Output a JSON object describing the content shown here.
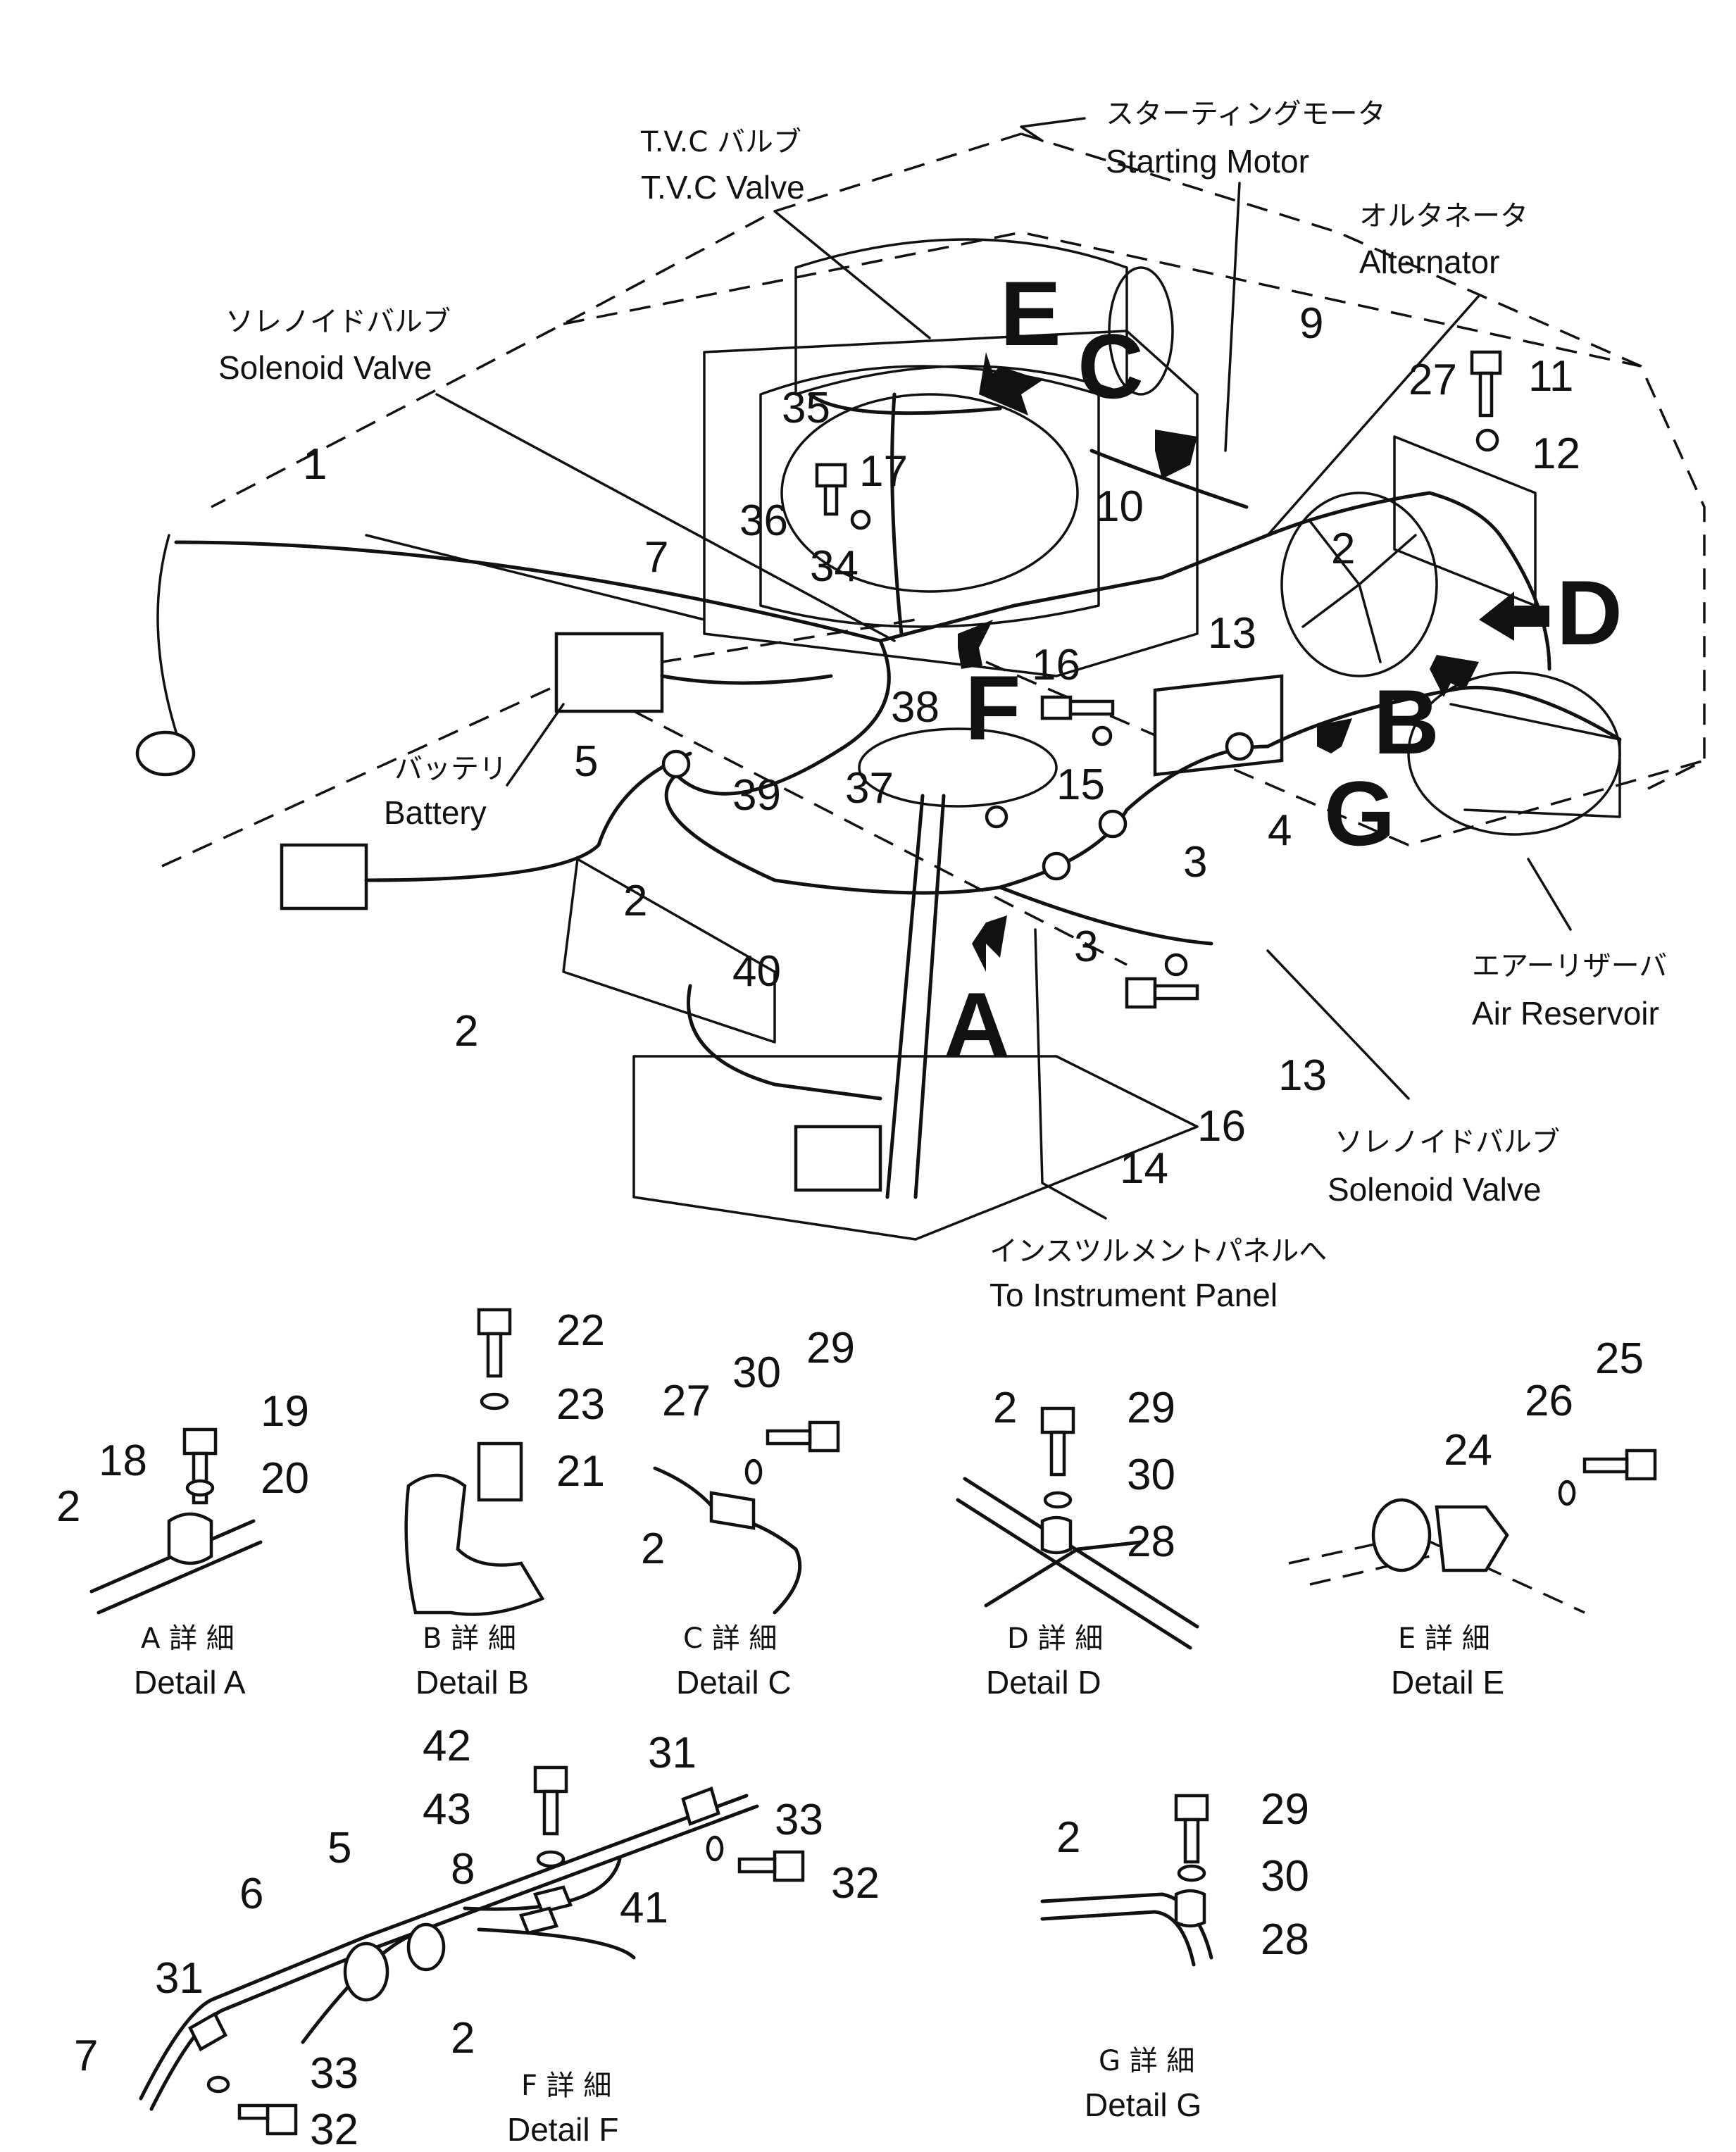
{
  "components": {
    "starting_motor": {
      "jp": "スターティングモータ",
      "en": "Starting Motor"
    },
    "tvc_valve": {
      "jp": "T.V.C バルブ",
      "en": "T.V.C Valve"
    },
    "alternator": {
      "jp": "オルタネータ",
      "en": "Alternator"
    },
    "solenoid_valve_top": {
      "jp": "ソレノイドバルブ",
      "en": "Solenoid Valve"
    },
    "battery": {
      "jp": "バッテリ",
      "en": "Battery"
    },
    "air_reservoir": {
      "jp": "エアーリザーバ",
      "en": "Air Reservoir"
    },
    "solenoid_valve_bottom": {
      "jp": "ソレノイドバルブ",
      "en": "Solenoid Valve"
    },
    "instrument_panel": {
      "jp": "インスツルメントパネルへ",
      "en": "To Instrument Panel"
    }
  },
  "detail_arrows": [
    "E",
    "C",
    "D",
    "F",
    "B",
    "G",
    "A"
  ],
  "main_part_numbers": [
    "1",
    "2",
    "2",
    "2",
    "3",
    "3",
    "4",
    "5",
    "7",
    "9",
    "10",
    "11",
    "12",
    "13",
    "13",
    "14",
    "15",
    "16",
    "16",
    "17",
    "27",
    "34",
    "35",
    "36",
    "37",
    "38",
    "39",
    "40"
  ],
  "details": {
    "A": {
      "jp": "A 詳 細",
      "en": "Detail A",
      "parts": [
        "2",
        "18",
        "19",
        "20"
      ]
    },
    "B": {
      "jp": "B 詳 細",
      "en": "Detail B",
      "parts": [
        "21",
        "22",
        "23"
      ]
    },
    "C": {
      "jp": "C 詳 細",
      "en": "Detail C",
      "parts": [
        "2",
        "27",
        "29",
        "30"
      ]
    },
    "D": {
      "jp": "D 詳 細",
      "en": "Detail D",
      "parts": [
        "2",
        "28",
        "29",
        "30"
      ]
    },
    "E": {
      "jp": "E 詳 細",
      "en": "Detail E",
      "parts": [
        "24",
        "25",
        "26"
      ]
    },
    "F": {
      "jp": "F 詳 細",
      "en": "Detail F",
      "parts": [
        "2",
        "5",
        "6",
        "7",
        "8",
        "31",
        "31",
        "32",
        "32",
        "33",
        "33",
        "41",
        "42",
        "43"
      ]
    },
    "G": {
      "jp": "G 詳 細",
      "en": "Detail G",
      "parts": [
        "2",
        "28",
        "29",
        "30"
      ]
    }
  }
}
